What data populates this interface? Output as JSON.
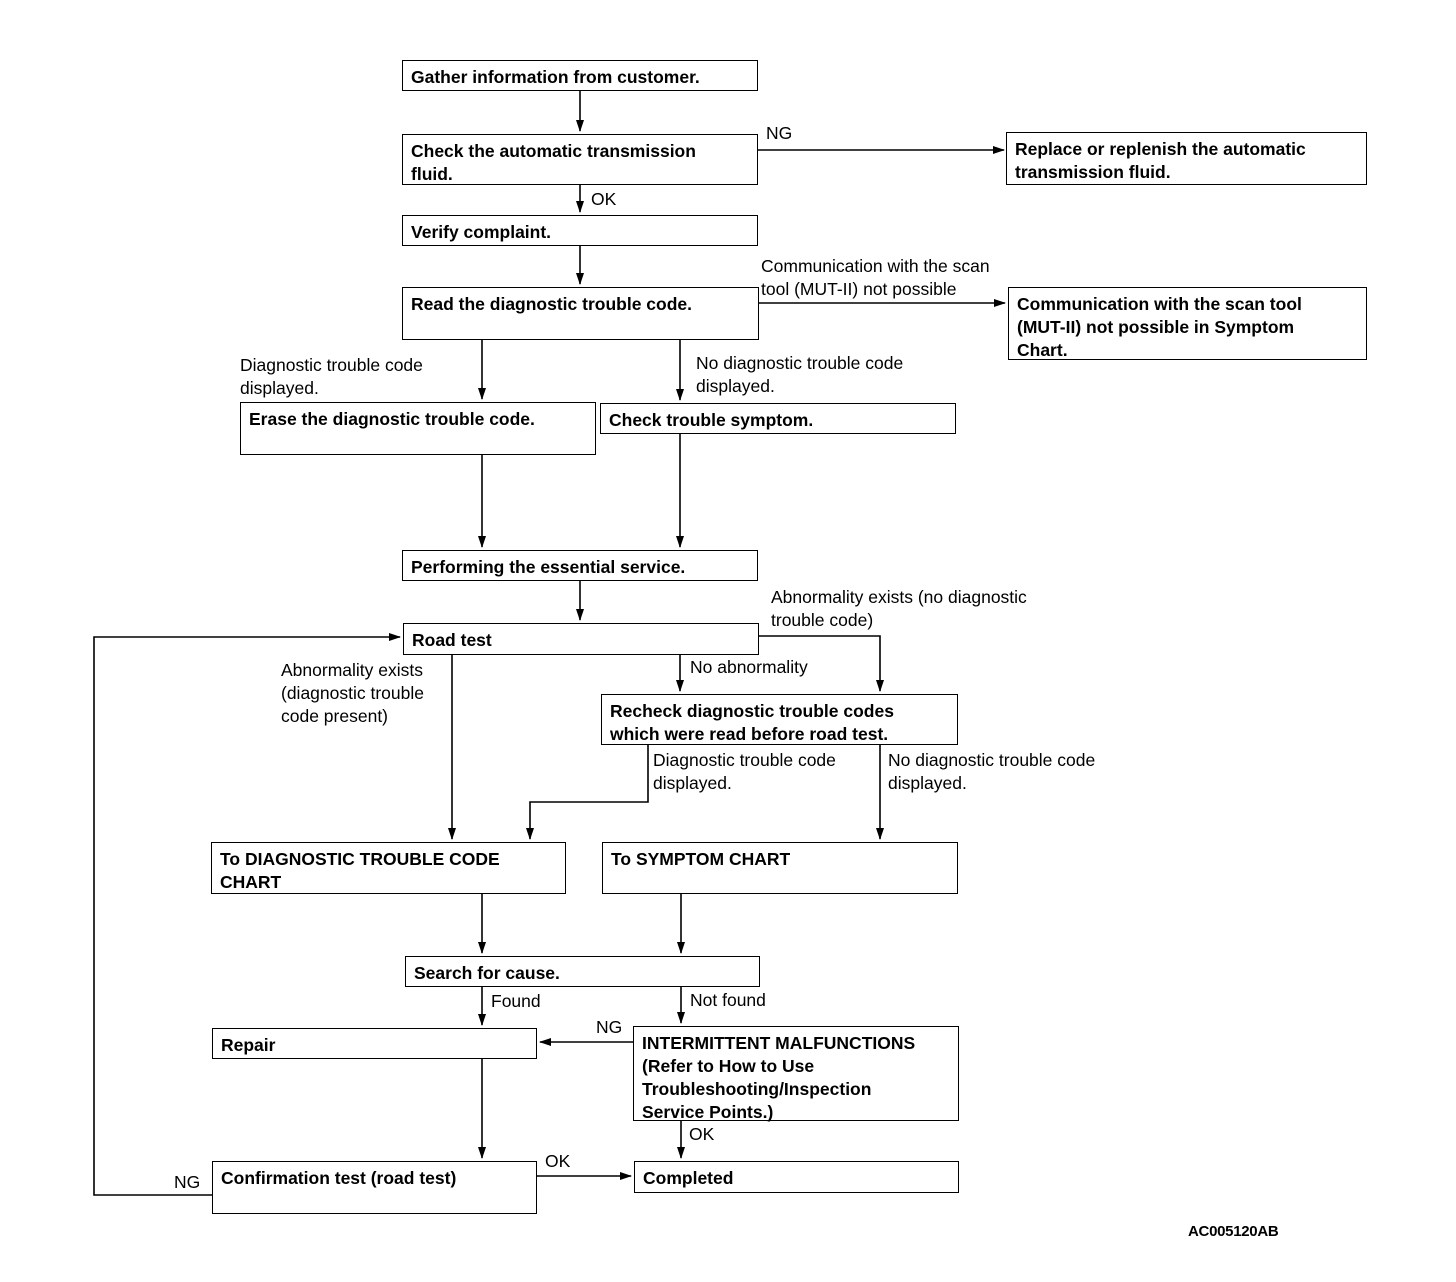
{
  "boxes": {
    "gather": "Gather information from customer.",
    "check_fluid": "Check the automatic transmission\nfluid.",
    "replace_fluid": "Replace or replenish the automatic\ntransmission fluid.",
    "verify": "Verify complaint.",
    "read_dtc": "Read the diagnostic trouble code.",
    "comm_symptom": "Communication with the scan tool\n(MUT-II) not possible in Symptom\nChart.",
    "erase_dtc": "Erase the diagnostic trouble code.",
    "check_symptom": "Check trouble symptom.",
    "essential_service": "Performing the essential service.",
    "road_test": "Road test",
    "recheck": "Recheck diagnostic trouble codes\nwhich were read before road test.",
    "to_dtc_chart": "To DIAGNOSTIC TROUBLE CODE\nCHART",
    "to_symptom_chart": "To SYMPTOM CHART",
    "search_cause": "Search for cause.",
    "repair": "Repair",
    "intermittent": "INTERMITTENT MALFUNCTIONS\n(Refer to How to Use\nTroubleshooting/Inspection\nService Points.)",
    "confirmation": "Confirmation test (road test)",
    "completed": "Completed"
  },
  "labels": {
    "ng_fluid": "NG",
    "ok_fluid": "OK",
    "comm_not_possible": "Communication with the scan\ntool (MUT-II) not possible",
    "dtc_displayed_1": "Diagnostic trouble code\ndisplayed.",
    "no_dtc_displayed_1": "No diagnostic trouble code\ndisplayed.",
    "abnormality_no_dtc": "Abnormality exists (no diagnostic\ntrouble code)",
    "abnormality_dtc": "Abnormality exists\n(diagnostic trouble\ncode present)",
    "no_abnormality": "No abnormality",
    "dtc_displayed_2": "Diagnostic trouble code\ndisplayed.",
    "no_dtc_displayed_2": "No diagnostic trouble code\ndisplayed.",
    "found": "Found",
    "not_found": "Not found",
    "ng_intermittent": "NG",
    "ok_intermittent": "OK",
    "ok_confirmation": "OK",
    "ng_confirmation": "NG"
  },
  "figure_code": "AC005120AB"
}
